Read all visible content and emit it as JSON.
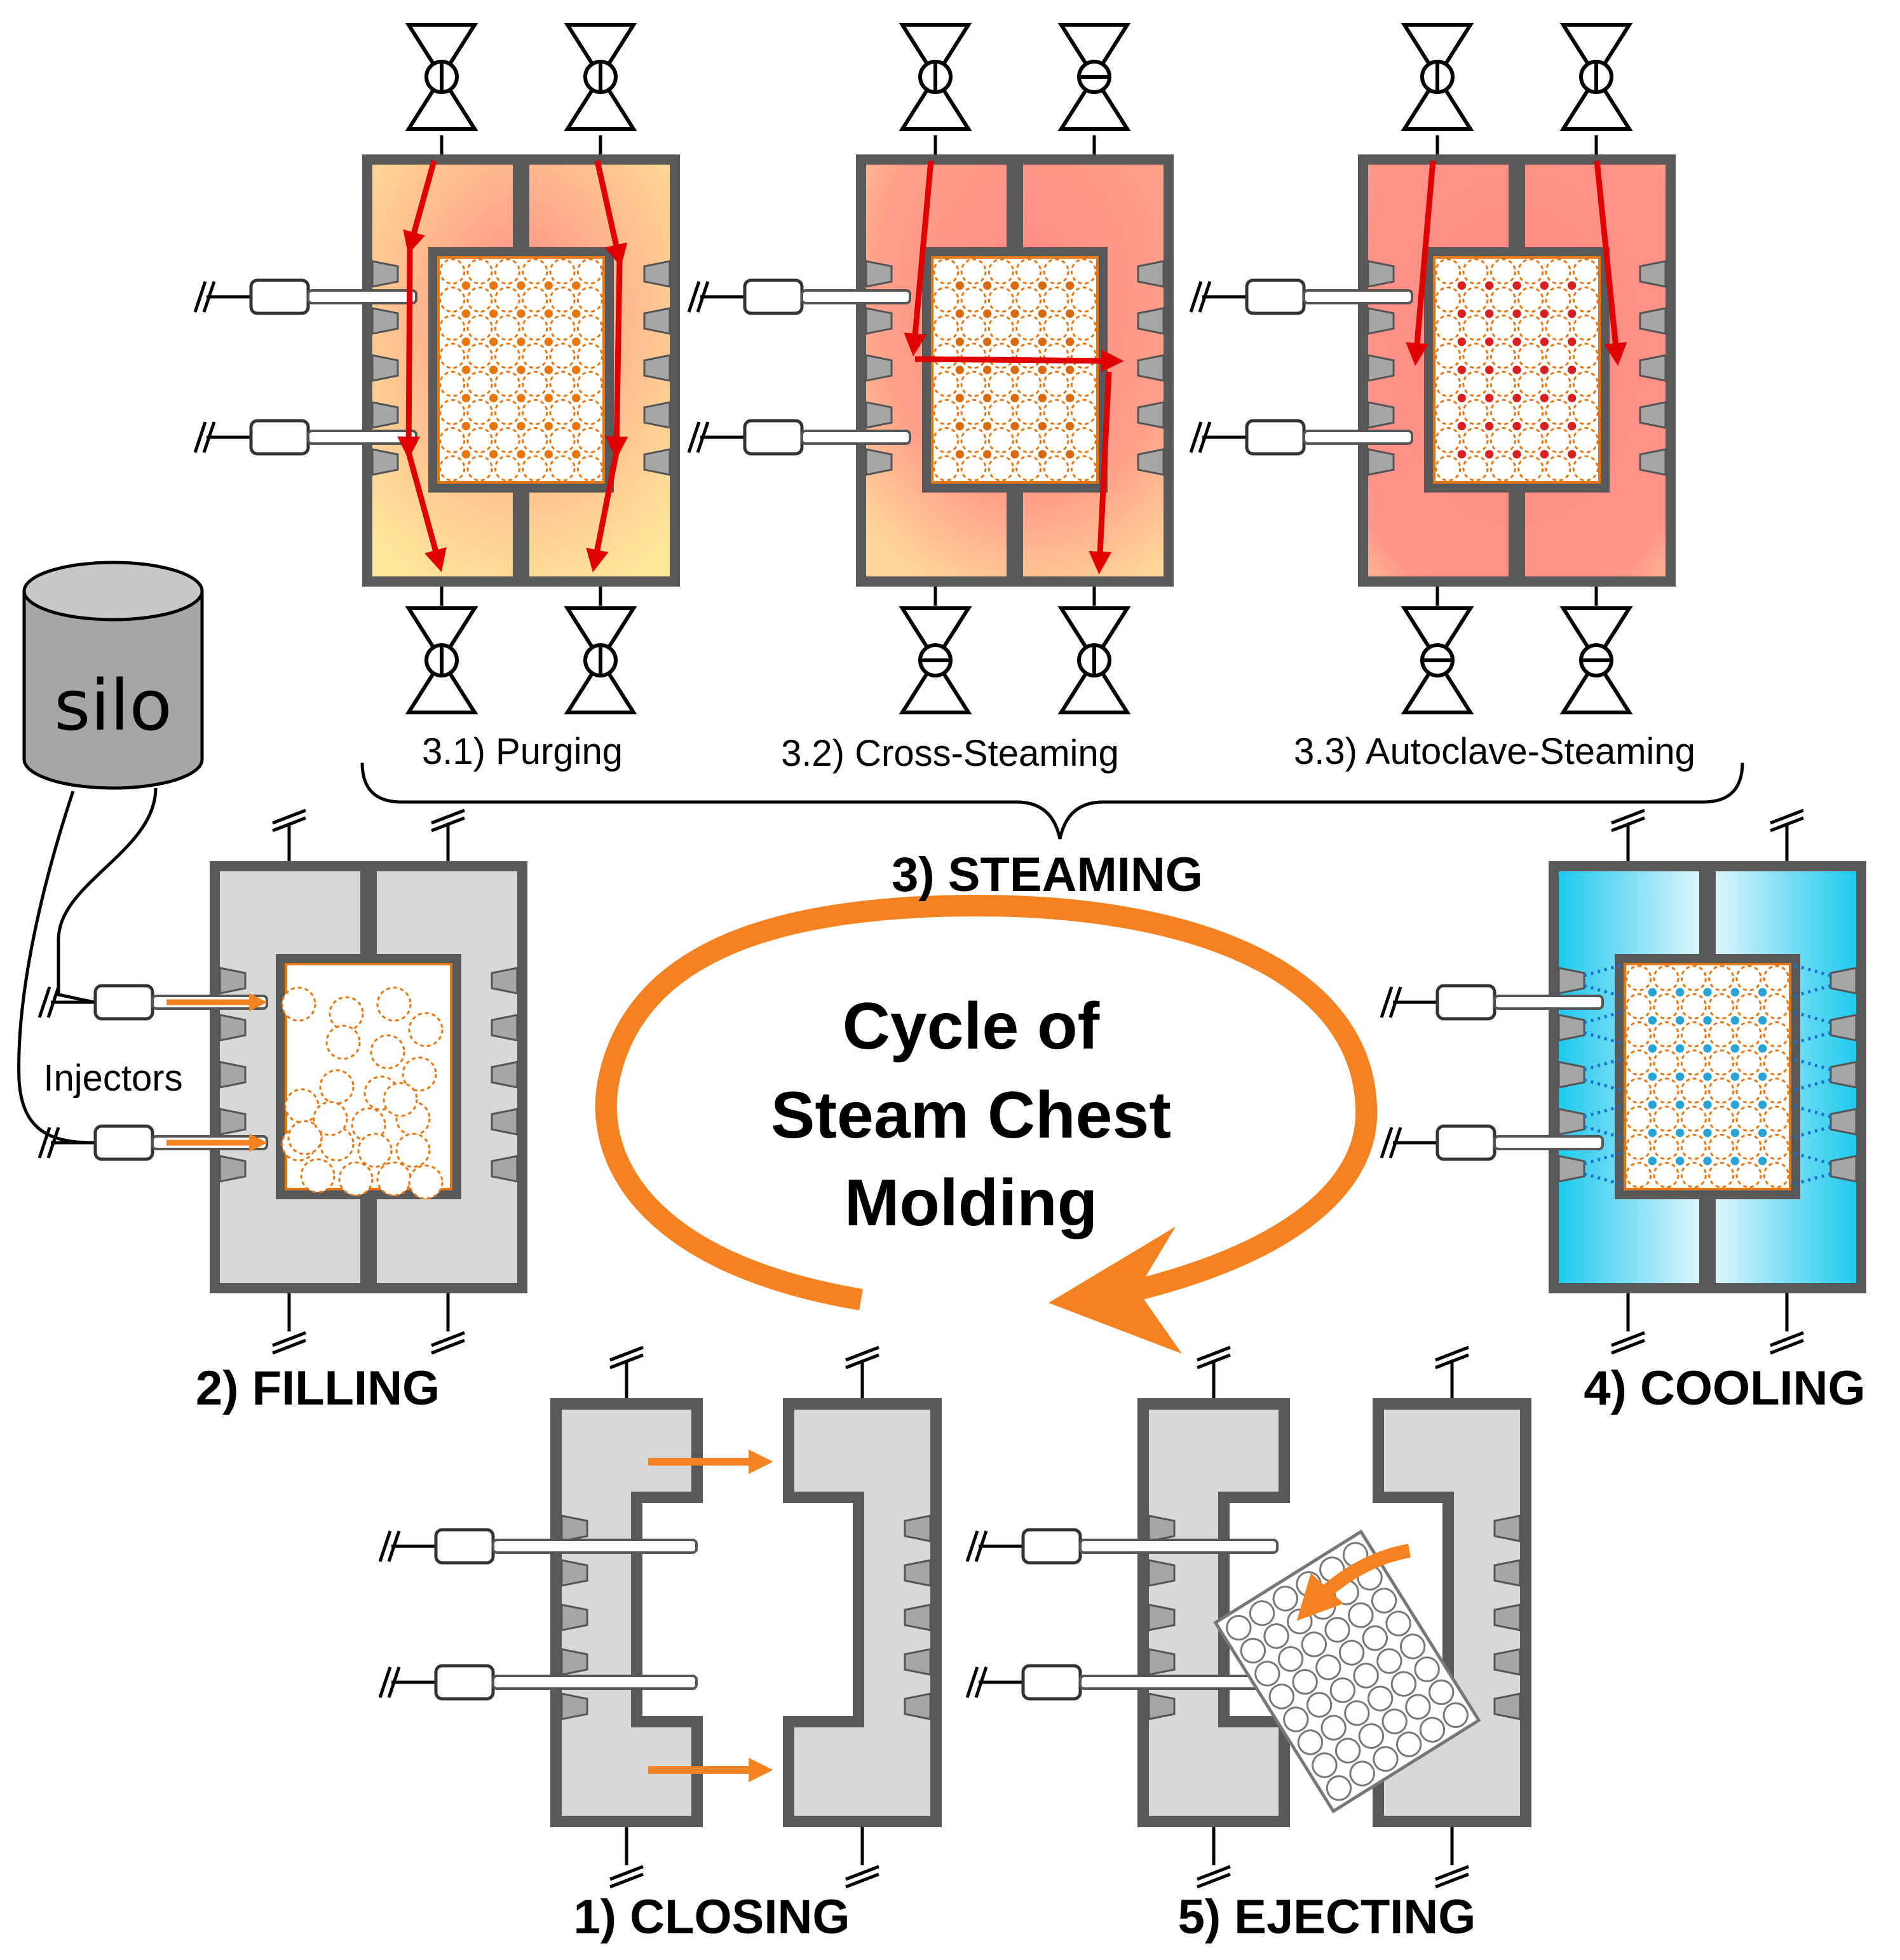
{
  "title": {
    "line1": "Cycle of",
    "line2": "Steam Chest",
    "line3": "Molding"
  },
  "silo": {
    "label": "silo"
  },
  "injectors": {
    "label": "Injectors"
  },
  "stages": {
    "closing": "1) CLOSING",
    "filling": "2) FILLING",
    "steaming": "3) STEAMING",
    "cooling": "4) COOLING",
    "ejecting": "5) EJECTING"
  },
  "substeps": {
    "purging": "3.1) Purging",
    "cross": "3.2) Cross-Steaming",
    "autoclave": "3.3) Autoclave-Steaming"
  },
  "valves": {
    "purging": {
      "top": [
        "open",
        "open"
      ],
      "bottom": [
        "open",
        "open"
      ]
    },
    "cross": {
      "top": [
        "open",
        "closed"
      ],
      "bottom": [
        "closed",
        "open"
      ]
    },
    "autoclave": {
      "top": [
        "open",
        "open"
      ],
      "bottom": [
        "closed",
        "closed"
      ]
    }
  },
  "colors": {
    "frame": "#595959",
    "chamber_gray": "#d8d8d8",
    "steam_red": "#ff8a86",
    "steam_yellow": "#ffe79a",
    "cool_blue": "#1fc9ee",
    "accent_orange": "#f58220",
    "flow_red": "#e00000",
    "bead_orange": "#e8760f",
    "cool_dot": "#1b6fd0"
  }
}
